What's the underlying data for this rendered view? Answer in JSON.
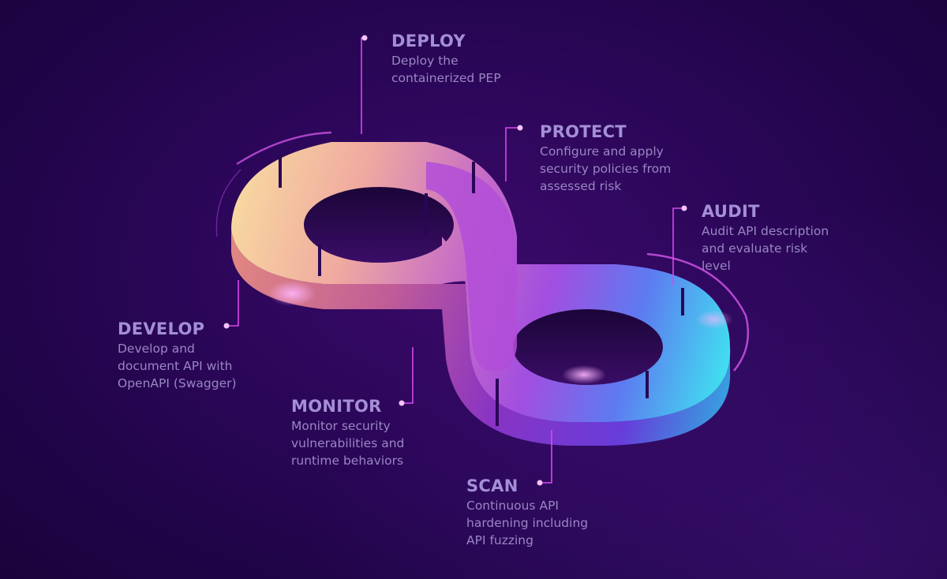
{
  "colors": {
    "background": "#2a0657",
    "label_title": "#a38fd6",
    "label_text": "#9a86c4",
    "connector": "#d946ef",
    "loop_warm": "#f7d6a0",
    "loop_mid": "#b04fd6",
    "loop_cool": "#3fe6f0"
  },
  "stages": [
    {
      "id": "deploy",
      "title": "DEPLOY",
      "description": "Deploy the\ncontainerized PEP"
    },
    {
      "id": "protect",
      "title": "PROTECT",
      "description": "Configure and apply\nsecurity policies from\nassessed risk"
    },
    {
      "id": "audit",
      "title": "AUDIT",
      "description": "Audit API description\nand evaluate risk\nlevel"
    },
    {
      "id": "develop",
      "title": "DEVELOP",
      "description": "Develop and\ndocument API with\nOpenAPI (Swagger)"
    },
    {
      "id": "monitor",
      "title": "MONITOR",
      "description": "Monitor security\nvulnerabilities and\nruntime behaviors"
    },
    {
      "id": "scan",
      "title": "SCAN",
      "description": "Continuous API\nhardening including\nAPI fuzzing"
    }
  ]
}
